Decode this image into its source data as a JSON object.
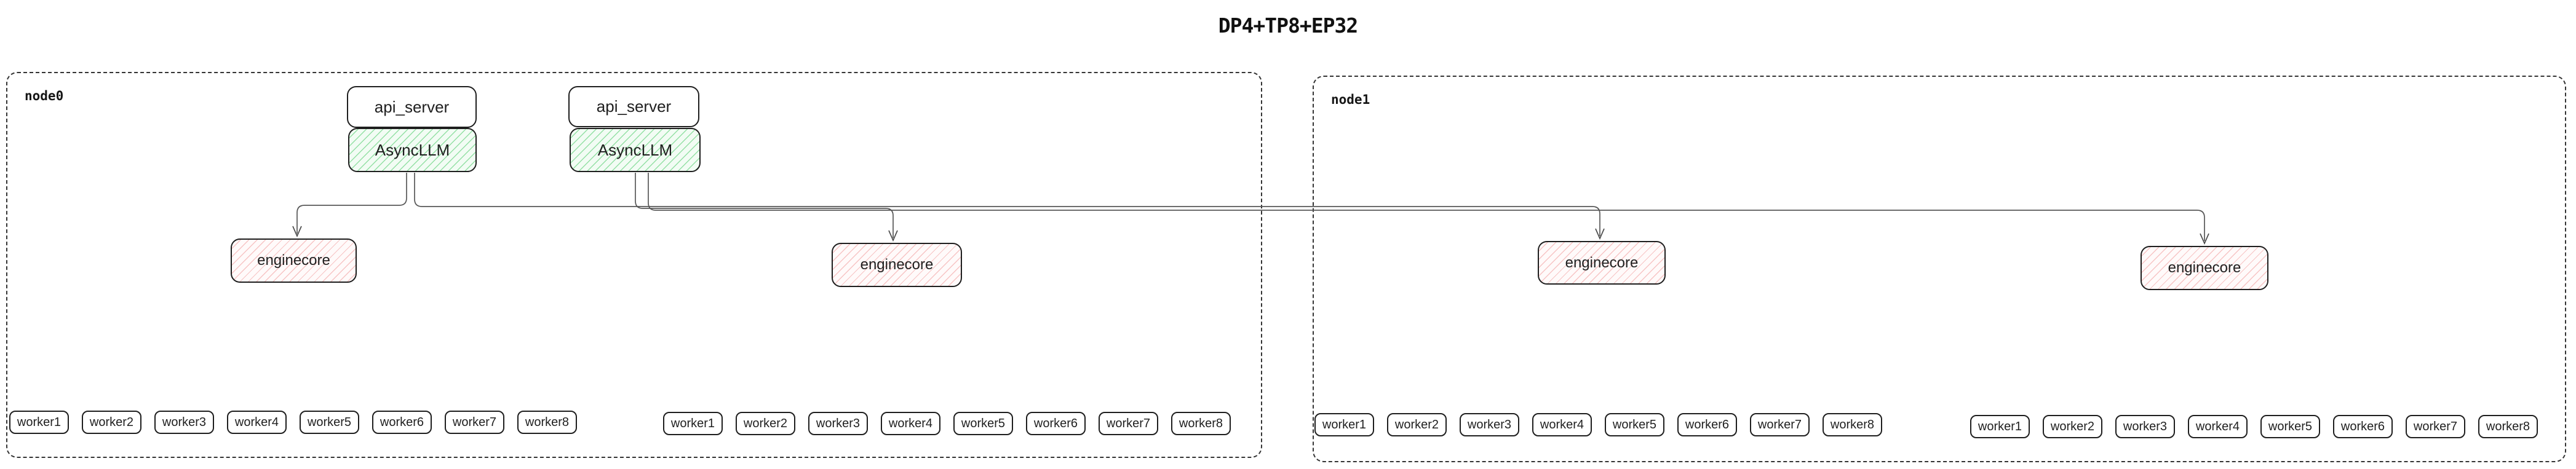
{
  "title": "DP4+TP8+EP32",
  "colors": {
    "border": "#1e1e1e",
    "node_border_dashed": "#343434",
    "asyncllm_fill": "#f2fcf4",
    "asyncllm_hatch": "#74d68a",
    "enginecore_fill": "#fffafa",
    "enginecore_hatch": "#f4b2b2",
    "wire": "#575757",
    "text": "#1e1e1e"
  },
  "node0": {
    "label": "node0",
    "api_server_1": "api_server",
    "asyncllm_1": "AsyncLLM",
    "api_server_2": "api_server",
    "asyncllm_2": "AsyncLLM",
    "enginecore_1": "enginecore",
    "enginecore_2": "enginecore",
    "worker_groups": [
      [
        "worker1",
        "worker2",
        "worker3",
        "worker4",
        "worker5",
        "worker6",
        "worker7",
        "worker8"
      ],
      [
        "worker1",
        "worker2",
        "worker3",
        "worker4",
        "worker5",
        "worker6",
        "worker7",
        "worker8"
      ]
    ]
  },
  "node1": {
    "label": "node1",
    "enginecore_1": "enginecore",
    "enginecore_2": "enginecore",
    "worker_groups": [
      [
        "worker1",
        "worker2",
        "worker3",
        "worker4",
        "worker5",
        "worker6",
        "worker7",
        "worker8"
      ],
      [
        "worker1",
        "worker2",
        "worker3",
        "worker4",
        "worker5",
        "worker6",
        "worker7",
        "worker8"
      ]
    ]
  }
}
